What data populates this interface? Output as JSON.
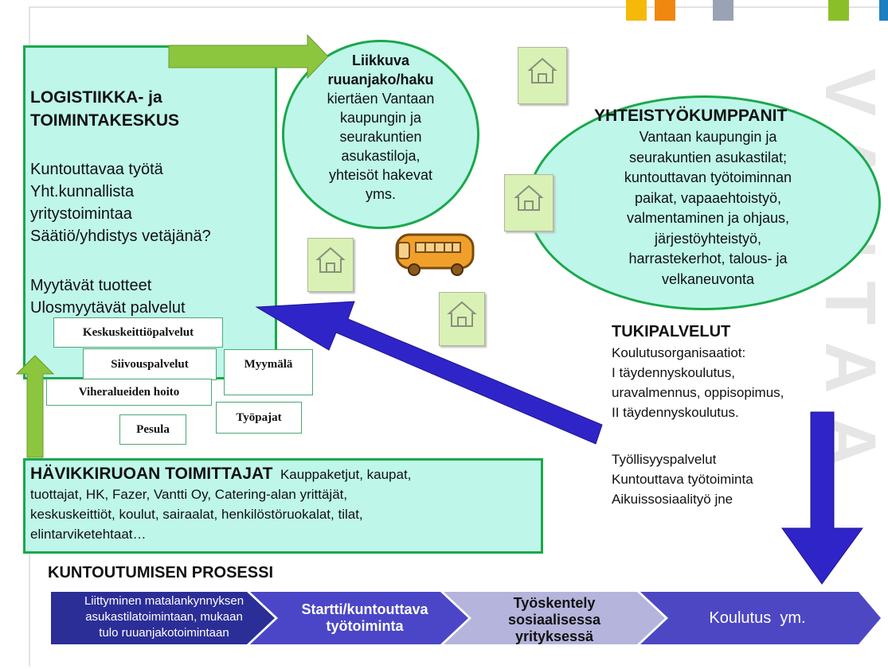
{
  "colors": {
    "accent_squares": [
      "#f5b90a",
      "#f0870f",
      "#9aa3b4",
      "#8bbf2a",
      "#1b7fc2"
    ],
    "box_fill": "#bff6ea",
    "box_border": "#1aa84c",
    "green_arrow": "#8cc63f",
    "blue_arrow": "#2f24c8",
    "chevron_dark": "#2b2e97",
    "chevron_mid": "#4a46c7",
    "chevron_light": "#b4b4dc",
    "chevron_last": "#4d47c4"
  },
  "watermark": "VANTAA",
  "logistics": {
    "title_line1": "LOGISTIIKKA- ja",
    "title_line2": "TOIMINTAKESKUS",
    "lines": [
      "Kuntouttavaa työtä",
      "Yht.kunnallista",
      "yritystoimintaa",
      "Säätiö/yhdistys vetäjänä?"
    ],
    "lines2": [
      "Myytävät tuotteet",
      "Ulosmyytävät palvelut"
    ]
  },
  "mobile": {
    "bold1": "Liikkuva",
    "bold2": "ruuanjako/haku",
    "lines": [
      "kiertäen Vantaan",
      "kaupungin ja",
      "seurakuntien",
      "asukastiloja,",
      "yhteisöt hakevat",
      "yms."
    ]
  },
  "partners": {
    "title": "YHTEISTYÖKUMPPANIT",
    "lines": [
      "Vantaan kaupungin ja",
      "seurakuntien asukastilat;",
      "kuntouttavan työtoiminnan",
      "paikat, vapaaehtoistyö,",
      "valmentaminen ja ohjaus,",
      "järjestöyhteistyö,",
      "harrastekerhot, talous- ja",
      "velkaneuvonta"
    ]
  },
  "service_tags": {
    "keskuskeittio": "Keskuskeittiöpalvelut",
    "siivous": "Siivouspalvelut",
    "myymala": "Myymälä",
    "viheralue": "Viheralueiden hoito",
    "tyopajat": "Työpajat",
    "pesula": "Pesula"
  },
  "suppliers": {
    "title": "HÄVIKKIRUOAN TOIMITTAJAT",
    "text_first": "Kauppaketjut, kaupat,",
    "lines": [
      "tuottajat, HK, Fazer, Vantti Oy, Catering-alan yrittäjät,",
      "keskuskeittiöt, koulut, sairaalat, henkilöstöruokalat, tilat,",
      "elintarviketehtaat…"
    ]
  },
  "support": {
    "title": "TUKIPALVELUT",
    "lines": [
      "Koulutusorganisaatiot:",
      "I täydennyskoulutus,",
      "uravalmennus, oppisopimus,",
      "II täydennyskoulutus."
    ],
    "lines2": [
      "Työllisyyspalvelut",
      "Kuntouttava työtoiminta",
      "Aikuissosiaalityö jne"
    ]
  },
  "process": {
    "title": "KUNTOUTUMISEN PROSESSI",
    "step1": [
      "Liittyminen matalankynnyksen",
      "asukastilatoimintaan, mukaan",
      "tulo ruuanjakotoimintaan"
    ],
    "step2": [
      "Startti/kuntouttava",
      "työtoiminta"
    ],
    "step3": [
      "Työskentely",
      "sosiaalisessa",
      "yrityksessä"
    ],
    "step4": "Koulutus  ym."
  }
}
